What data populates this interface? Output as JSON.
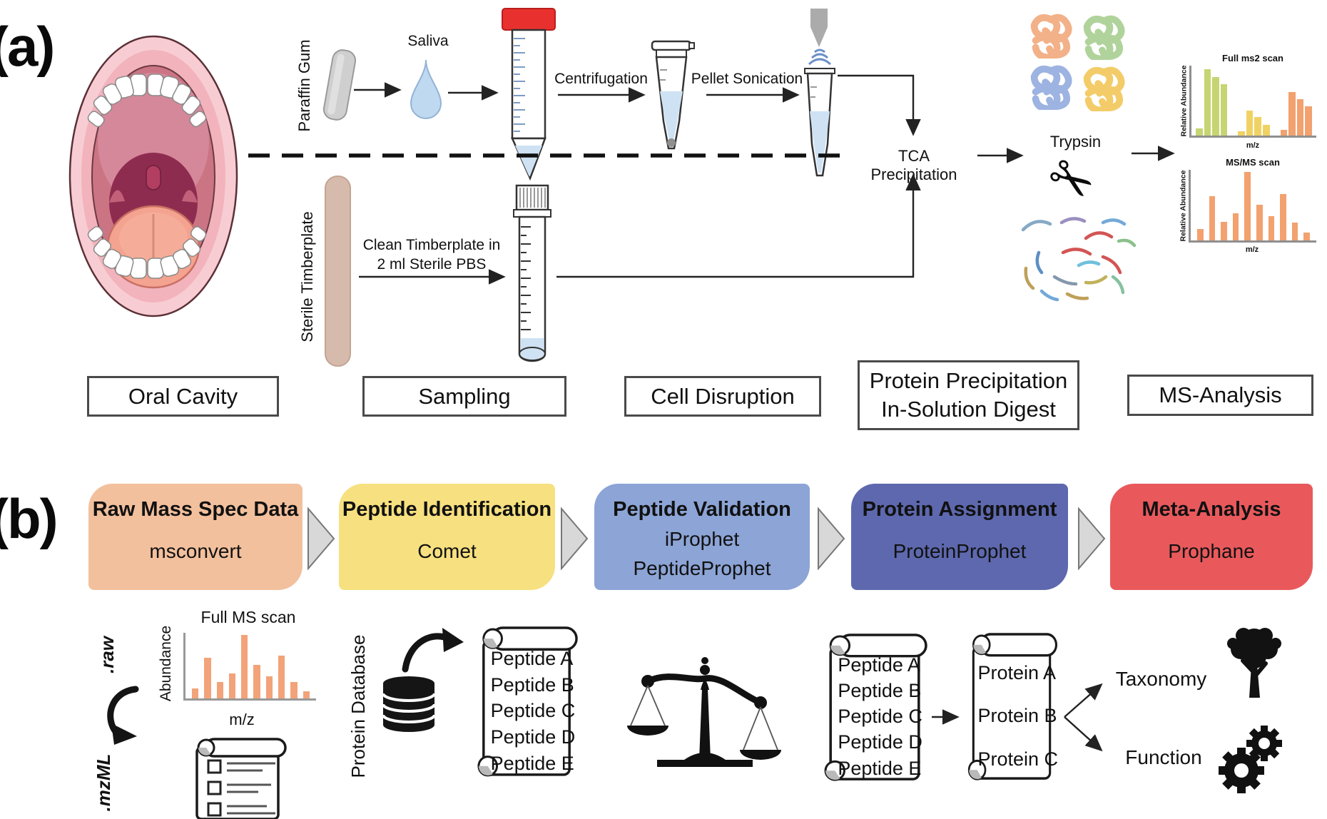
{
  "panel_a": {
    "label": "(a)",
    "labels": {
      "paraffin_gum": "Paraffin Gum",
      "saliva": "Saliva",
      "centrifugation": "Centrifugation",
      "pellet_sonication": "Pellet Sonication",
      "sterile_timberplate": "Sterile Timberplate",
      "clean_timberplate_1": "Clean Timberplate in",
      "clean_timberplate_2": "2 ml  Sterile PBS",
      "tca_precipitation": "TCA Precipitation",
      "trypsin": "Trypsin"
    },
    "stages": [
      {
        "lines": [
          "Oral Cavity"
        ]
      },
      {
        "lines": [
          "Sampling"
        ]
      },
      {
        "lines": [
          "Cell Disruption"
        ]
      },
      {
        "lines": [
          "Protein Precipitation",
          "In-Solution Digest"
        ]
      },
      {
        "lines": [
          "MS-Analysis"
        ]
      }
    ]
  },
  "chart_data": [
    {
      "type": "bar",
      "title": "Full ms2 scan",
      "ylabel": "Relative Abundance",
      "xlabel": "m/z",
      "ylim": [
        0,
        1
      ],
      "grid": false,
      "values_are_relative": true,
      "series": [
        {
          "name": "peak-group-green",
          "color": "#c6d572",
          "values": [
            0.1,
            0.95,
            0.84,
            0.73
          ]
        },
        {
          "name": "peak-group-yellow",
          "color": "#f0d263",
          "values": [
            0.06,
            0.36,
            0.27,
            0.15
          ]
        },
        {
          "name": "peak-group-orange",
          "color": "#f2a16f",
          "values": [
            0.08,
            0.62,
            0.52,
            0.42
          ]
        }
      ]
    },
    {
      "type": "bar",
      "title": "MS/MS scan",
      "ylabel": "Relative Abundance",
      "xlabel": "m/z",
      "ylim": [
        0,
        1
      ],
      "grid": false,
      "values_are_relative": true,
      "series": [
        {
          "name": "fragment-ions",
          "color": "#f2a16f",
          "values": [
            0.16,
            0.63,
            0.26,
            0.38,
            0.97,
            0.51,
            0.34,
            0.66,
            0.25,
            0.11
          ]
        }
      ]
    },
    {
      "type": "bar",
      "title": "Full MS scan",
      "ylabel": "Abundance",
      "xlabel": "m/z",
      "ylim": [
        0,
        1
      ],
      "grid": false,
      "values_are_relative": true,
      "series": [
        {
          "name": "ms1-peaks",
          "color": "#f2a379",
          "values": [
            0.15,
            0.62,
            0.25,
            0.38,
            0.97,
            0.51,
            0.34,
            0.65,
            0.25,
            0.11
          ]
        }
      ]
    }
  ],
  "panel_b": {
    "label": "(b)",
    "pipeline": [
      {
        "title": "Raw Mass Spec Data",
        "tools": [
          "msconvert"
        ],
        "color": "#f3c09d"
      },
      {
        "title": "Peptide Identification",
        "tools": [
          "Comet"
        ],
        "color": "#f7e07f"
      },
      {
        "title": "Peptide Validation",
        "tools": [
          "iProphet",
          "PeptideProphet"
        ],
        "color": "#8ca4d6"
      },
      {
        "title": "Protein Assignment",
        "tools": [
          "ProteinProphet"
        ],
        "color": "#5d68ae"
      },
      {
        "title": "Meta-Analysis",
        "tools": [
          "Prophane"
        ],
        "color": "#e9595c"
      }
    ],
    "file_formats": {
      "raw": ".raw",
      "mzml": ".mzML"
    },
    "protein_database": "Protein Database",
    "peptide_scroll_1": [
      "Peptide A",
      "Peptide B",
      "Peptide C",
      "Peptide D",
      "Peptide E"
    ],
    "peptide_scroll_2": [
      "Peptide A",
      "Peptide B",
      "Peptide C",
      "Peptide D",
      "Peptide E"
    ],
    "protein_scroll": [
      "Protein A",
      "Protein B",
      "Protein C"
    ],
    "outputs": {
      "taxonomy": "Taxonomy",
      "function": "Function"
    }
  },
  "colors": {
    "accent_red_cap": "#e8312e",
    "liquid_blue": "#cfe2f4",
    "timberplate_tan": "#d6bbac",
    "arrow_black": "#222222",
    "triangle_gray": "#d8d8d8"
  }
}
